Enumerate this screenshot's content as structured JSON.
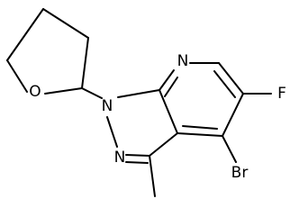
{
  "atoms": {
    "ring_oxygen": "O",
    "pyrazole_n1": "N",
    "pyrazole_n2": "N",
    "pyridine_n": "N",
    "fluorine": "F",
    "bromine": "Br"
  }
}
